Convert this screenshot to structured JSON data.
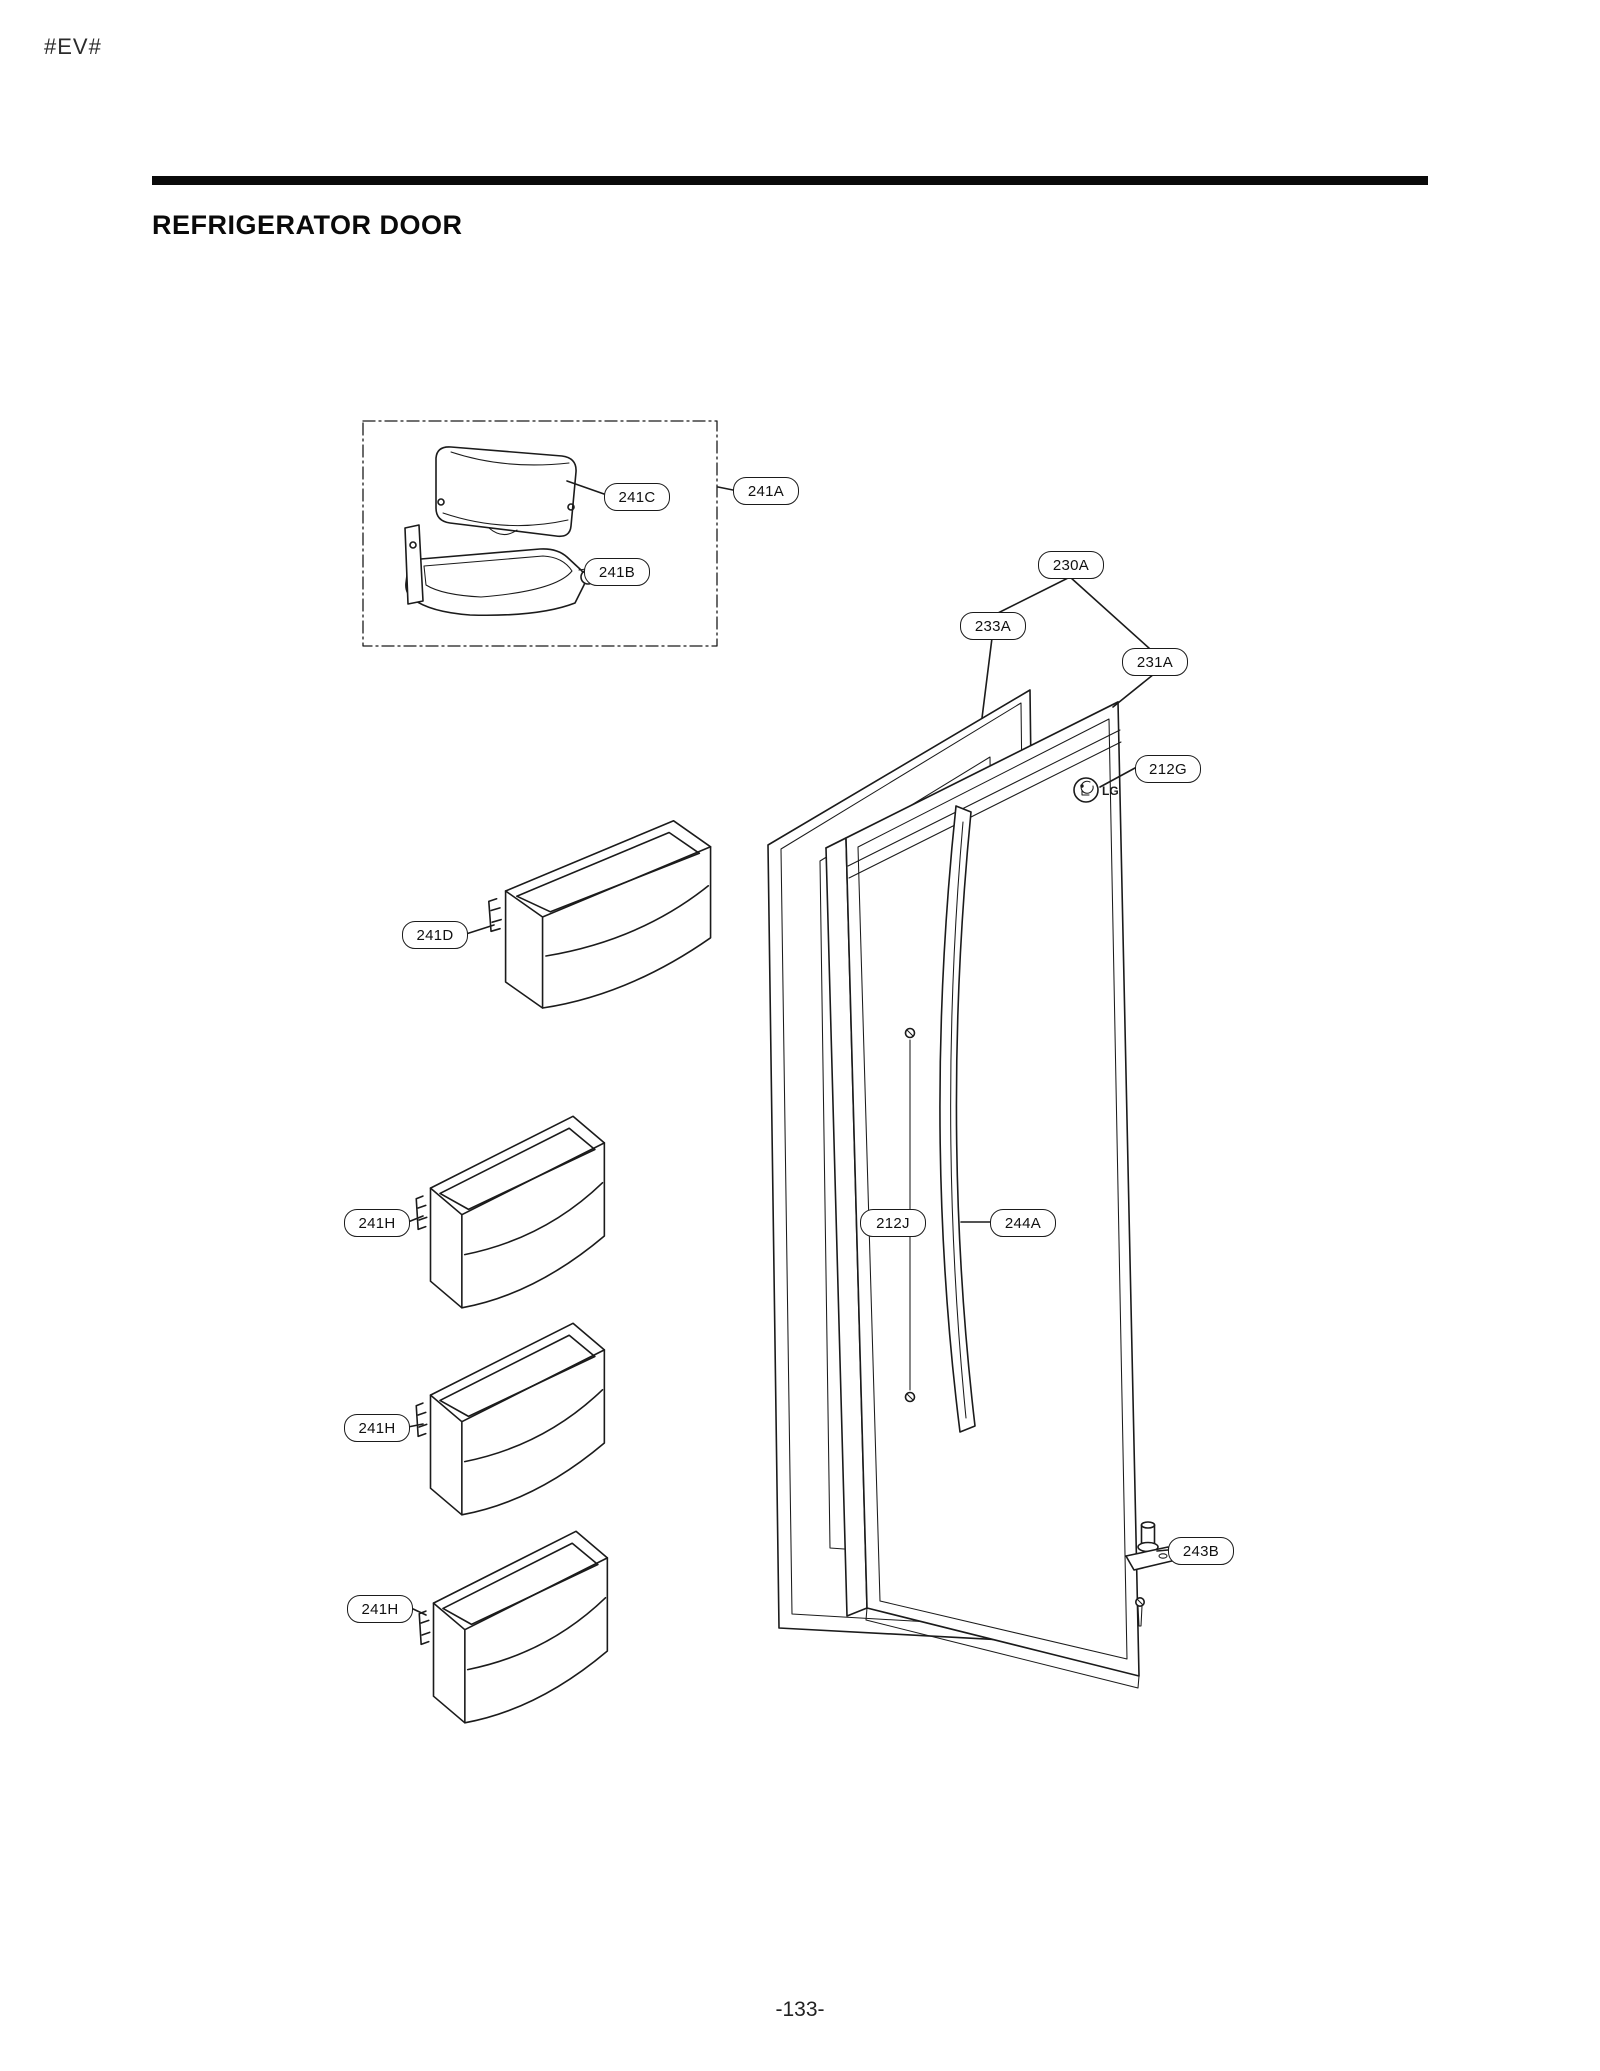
{
  "page": {
    "header_code": "#EV#",
    "title": "REFRIGERATOR DOOR",
    "page_number": "-133-"
  },
  "diagram": {
    "logo_text": "LG",
    "line_color": "#1b1b1b",
    "callouts": [
      {
        "label": "241A"
      },
      {
        "label": "241C"
      },
      {
        "label": "241B"
      },
      {
        "label": "230A"
      },
      {
        "label": "233A"
      },
      {
        "label": "231A"
      },
      {
        "label": "212G"
      },
      {
        "label": "241D"
      },
      {
        "label": "241H"
      },
      {
        "label": "241H"
      },
      {
        "label": "241H"
      },
      {
        "label": "212J"
      },
      {
        "label": "244A"
      },
      {
        "label": "243B"
      }
    ]
  }
}
